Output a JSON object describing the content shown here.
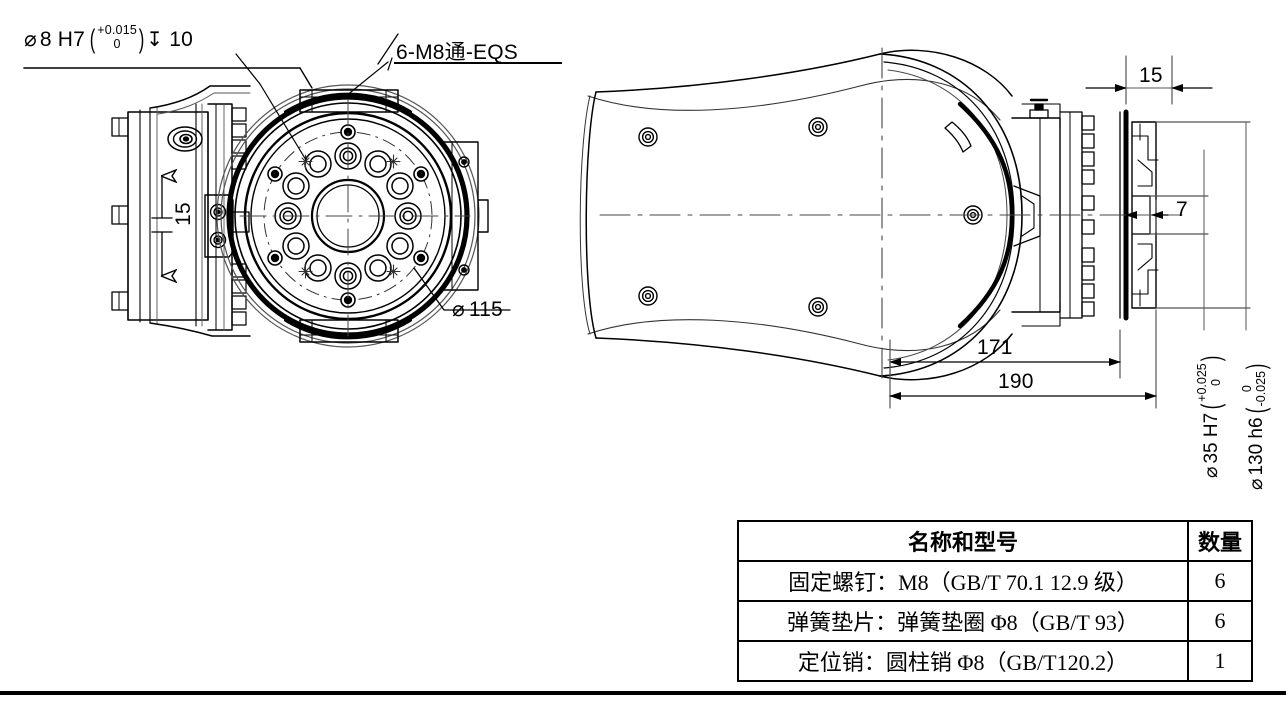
{
  "drawing": {
    "title": "Robot wrist mounting flange drawing",
    "views": [
      {
        "name": "front-view",
        "description": "Front view of wrist flange with bolt circle"
      },
      {
        "name": "top-view",
        "description": "Top view of robot forearm and wrist housing"
      },
      {
        "name": "flange-detail",
        "description": "Right side flange detail"
      }
    ]
  },
  "annotations": {
    "hole_callout": {
      "diameter_symbol": "⌀",
      "size": "8",
      "fit": "H7",
      "tol_upper": "+0.015",
      "tol_lower": "0",
      "depth_symbol": "↧",
      "depth": "10",
      "full": "⌀ 8 H7 (+0.015/0) ↧ 10"
    },
    "thread_callout": {
      "text": "6-M8通-EQS"
    },
    "bolt_circle": {
      "diameter_symbol": "⌀",
      "value": "115",
      "full": "⌀ 115"
    },
    "flange_height": {
      "value": "15",
      "orientation": "vertical"
    },
    "dim_15": {
      "value": "15"
    },
    "dim_7": {
      "value": "7"
    },
    "dim_171": {
      "value": "171"
    },
    "dim_190": {
      "value": "190"
    },
    "pilot_bore": {
      "diameter_symbol": "⌀",
      "size": "35",
      "fit": "H7",
      "tol_upper": "+0.025",
      "tol_lower": "0",
      "full": "⌀ 35 H7 (+0.025/0)"
    },
    "outer_diameter": {
      "diameter_symbol": "⌀",
      "size": "130",
      "fit": "h6",
      "tol_upper": "0",
      "tol_lower": "-0.025",
      "full": "⌀ 130 h6 (0/-0.025)"
    }
  },
  "parts_table": {
    "headers": [
      "名称和型号",
      "数量"
    ],
    "rows": [
      {
        "name": "固定螺钉：M8（GB/T 70.1 12.9 级）",
        "qty": "6"
      },
      {
        "name": "弹簧垫片：弹簧垫圈 Φ8（GB/T 93）",
        "qty": "6"
      },
      {
        "name": "定位销：圆柱销 Φ8（GB/T120.2）",
        "qty": "1"
      }
    ]
  },
  "colors": {
    "line": "#000000",
    "thin": "#4a4a4a",
    "background": "#ffffff"
  }
}
